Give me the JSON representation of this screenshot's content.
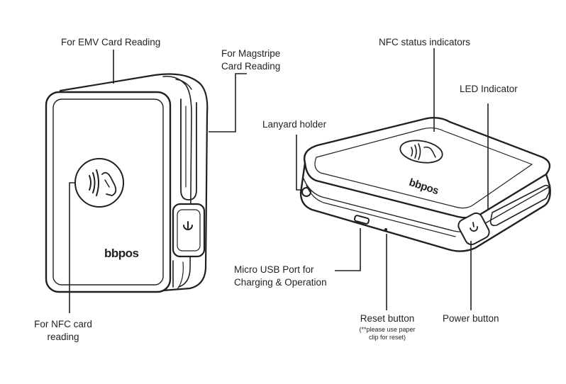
{
  "labels": {
    "emv": "For EMV Card Reading",
    "magstripe_1": "For Magstripe",
    "magstripe_2": "Card Reading",
    "nfc_status": "NFC status indicators",
    "led": "LED Indicator",
    "lanyard": "Lanyard holder",
    "nfc_card_1": "For NFC card",
    "nfc_card_2": "reading",
    "usb_1": "Micro USB Port for",
    "usb_2": "Charging & Operation",
    "reset": "Reset button",
    "reset_note_1": "(**please use paper",
    "reset_note_2": "clip for reset)",
    "power": "Power button"
  },
  "device": {
    "brand": "bbpos",
    "icons": [
      "contactless-icon",
      "power-icon"
    ]
  }
}
